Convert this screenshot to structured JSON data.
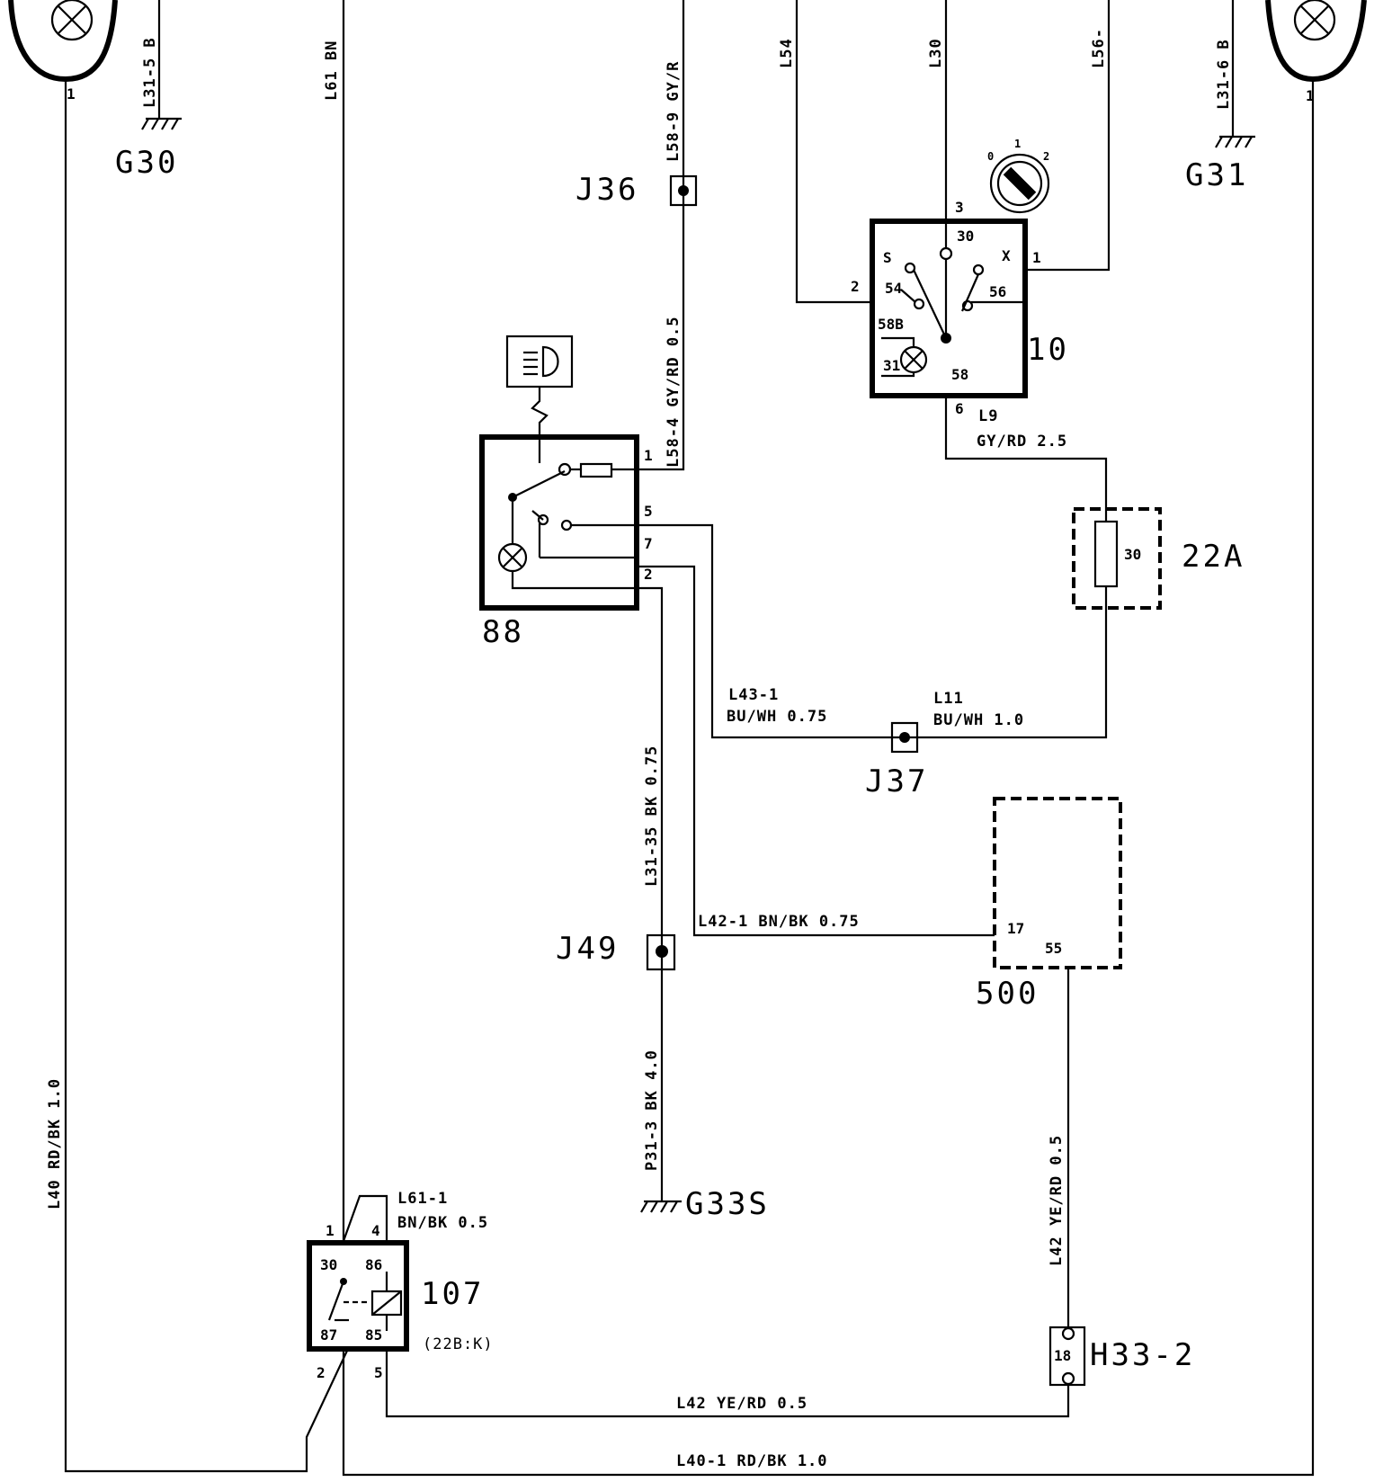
{
  "components": {
    "g30": "G30",
    "g31": "G31",
    "g33s": "G33S",
    "j36": "J36",
    "j37": "J37",
    "j49": "J49",
    "c88": "88",
    "c10": "10",
    "c22a": "22A",
    "c500": "500",
    "c107": "107",
    "c107_sub": "(22B:K)",
    "h33_2": "H33-2"
  },
  "wires": {
    "l31_5": "L31-5 B",
    "l61": "L61 BN",
    "l58_9": "L58-9 GY/R",
    "l54": "L54",
    "l30": "L30",
    "l56": "L56-",
    "l31_6": "L31-6 B",
    "l58_4": "L58-4 GY/RD 0.5",
    "l9": "L9",
    "l9_spec": "GY/RD 2.5",
    "l31_35": "L31-35 BK 0.75",
    "l43_1": "L43-1",
    "l43_1_spec": "BU/WH  0.75",
    "l11": "L11",
    "l11_spec": "BU/WH  1.0",
    "l42_1": "L42-1 BN/BK 0.75",
    "p31_3": "P31-3 BK 4.0",
    "l42_v": "L42  YE/RD 0.5",
    "l40": "L40 RD/BK 1.0",
    "l61_1": "L61-1",
    "l61_1_spec": "BN/BK 0.5",
    "l42_h": "L42 YE/RD 0.5",
    "l40_1": "L40-1 RD/BK 1.0"
  },
  "pins": {
    "lampL_1": "1",
    "lampR_1": "1",
    "sw_3": "3",
    "sw_30": "30",
    "sw_s": "S",
    "sw_x": "X",
    "sw_1": "1",
    "sw_2": "2",
    "sw_54": "54",
    "sw_56": "56",
    "sw_58b": "58B",
    "sw_31": "31",
    "sw_58": "58",
    "sw_6": "6",
    "key_0": "0",
    "key_1": "1",
    "key_2": "2",
    "r88_1": "1",
    "r88_5": "5",
    "r88_7": "7",
    "r88_2": "2",
    "fuse_30": "30",
    "m500_17": "17",
    "m500_55": "55",
    "r107_1": "1",
    "r107_4": "4",
    "r107_30": "30",
    "r107_86": "86",
    "r107_87": "87",
    "r107_85": "85",
    "r107_2": "2",
    "r107_5": "5",
    "h33_18": "18"
  }
}
